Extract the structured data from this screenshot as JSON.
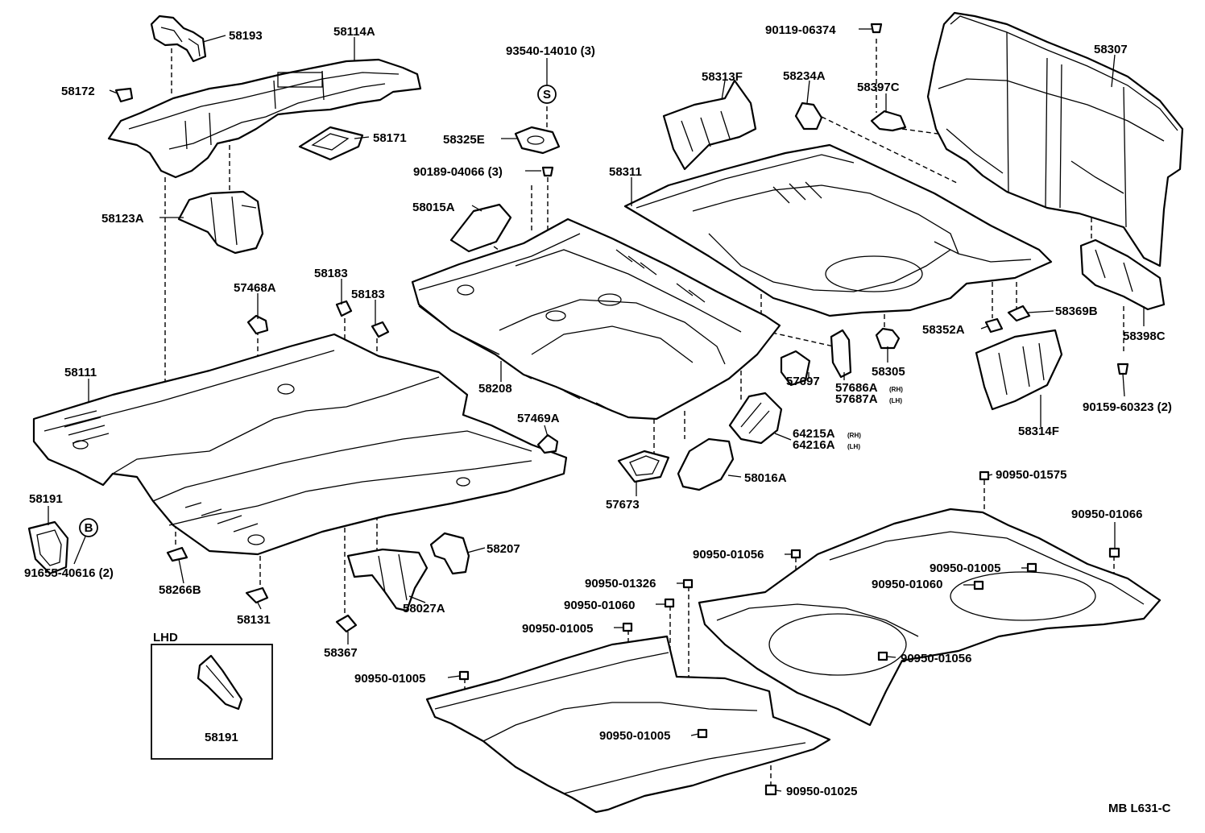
{
  "diagram": {
    "callouts": {
      "c58193": "58193",
      "c58114a": "58114A",
      "c58172": "58172",
      "c58171": "58171",
      "c58123a": "58123A",
      "c93540": "93540-14010 (3)",
      "c58325e": "58325E",
      "c90189": "90189-04066 (3)",
      "c58015a": "58015A",
      "c58313f": "58313F",
      "c58234a": "58234A",
      "c90119": "90119-06374",
      "c58397c": "58397C",
      "c58307": "58307",
      "c58311": "58311",
      "c57468a": "57468A",
      "c58183a": "58183",
      "c58183b": "58183",
      "c58111": "58111",
      "c58208": "58208",
      "c57697": "57697",
      "c57686a": "57686A",
      "c57686a_side": "(RH)",
      "c57687a": "57687A",
      "c57687a_side": "(LH)",
      "c58305": "58305",
      "c58352a": "58352A",
      "c58369b": "58369B",
      "c58398c": "58398C",
      "c90159": "90159-60323 (2)",
      "c58314f": "58314F",
      "c57469a": "57469A",
      "c64215a": "64215A",
      "c64215a_side": "(RH)",
      "c64216a": "64216A",
      "c64216a_side": "(LH)",
      "c58016a": "58016A",
      "c57673": "57673",
      "c58191": "58191",
      "c91655": "91655-40616 (2)",
      "c58266b": "58266B",
      "c58131": "58131",
      "c58027a": "58027A",
      "c58207": "58207",
      "c58367": "58367",
      "c90950_01575": "90950-01575",
      "c90950_01066": "90950-01066",
      "c90950_01056a": "90950-01056",
      "c90950_01005a": "90950-01005",
      "c90950_01060a": "90950-01060",
      "c90950_01326": "90950-01326",
      "c90950_01060b": "90950-01060",
      "c90950_01005b": "90950-01005",
      "c90950_01056b": "90950-01056",
      "c90950_01005c": "90950-01005",
      "c90950_01005d": "90950-01005",
      "c90950_01025": "90950-01025",
      "lhd_label": "LHD",
      "lhd_part": "58191",
      "circle_s": "S",
      "circle_b": "B",
      "diagram_code": "MB L631-C"
    }
  }
}
